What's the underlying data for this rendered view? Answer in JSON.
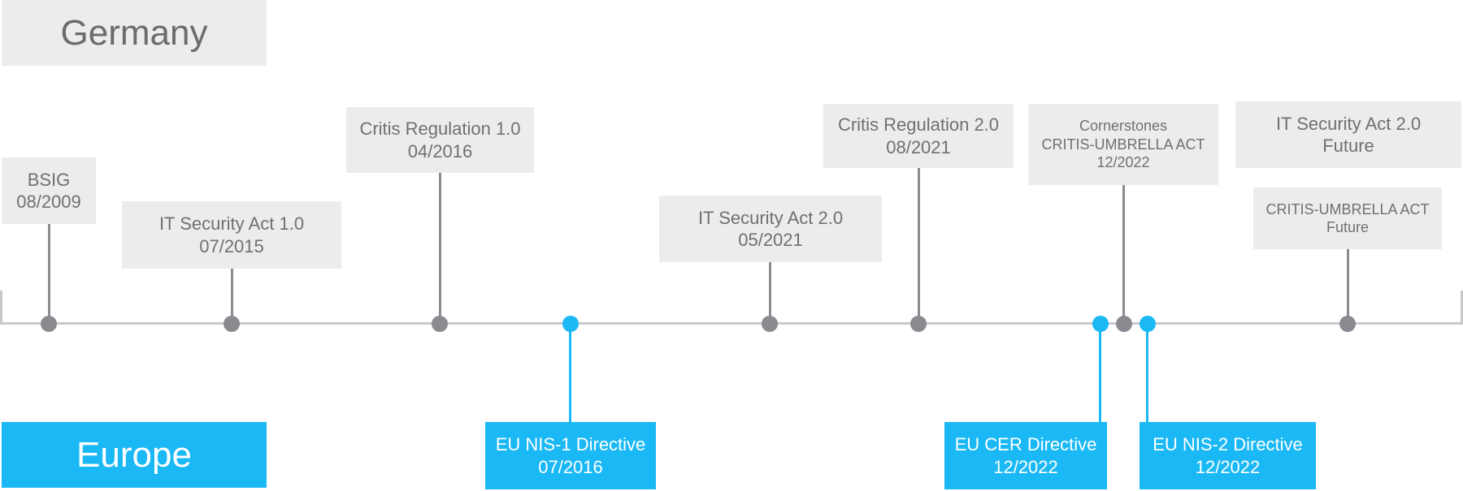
{
  "regions": {
    "germany": "Germany",
    "europe": "Europe"
  },
  "colors": {
    "germany_box": "#ececec",
    "germany_text": "#707074",
    "germany_marker": "#8a8a90",
    "europe_accent": "#1ab8f5",
    "axis": "#c8c8cc"
  },
  "events": [
    {
      "id": "bsig",
      "region": "germany",
      "title": "BSIG",
      "date": "08/2009"
    },
    {
      "id": "it-security-act-1",
      "region": "germany",
      "title": "IT Security Act 1.0",
      "date": "07/2015"
    },
    {
      "id": "critis-regulation-1",
      "region": "germany",
      "title": "Critis Regulation 1.0",
      "date": "04/2016"
    },
    {
      "id": "eu-nis-1",
      "region": "europe",
      "title": "EU NIS-1 Directive",
      "date": "07/2016"
    },
    {
      "id": "it-security-act-2",
      "region": "germany",
      "title": "IT Security Act 2.0",
      "date": "05/2021"
    },
    {
      "id": "critis-regulation-2",
      "region": "germany",
      "title": "Critis Regulation 2.0",
      "date": "08/2021"
    },
    {
      "id": "eu-cer",
      "region": "europe",
      "title": "EU CER Directive",
      "date": "12/2022"
    },
    {
      "id": "cornerstones",
      "region": "germany",
      "title_line1": "Cornerstones",
      "title_line2": "CRITIS-UMBRELLA ACT",
      "date": "12/2022"
    },
    {
      "id": "eu-nis-2",
      "region": "europe",
      "title": "EU NIS-2 Directive",
      "date": "12/2022"
    },
    {
      "id": "it-security-act-2-future",
      "region": "germany",
      "title": "IT Security Act 2.0",
      "date": "Future"
    },
    {
      "id": "critis-umbrella-future",
      "region": "germany",
      "title": "CRITIS-UMBRELLA ACT",
      "date": "Future"
    }
  ]
}
